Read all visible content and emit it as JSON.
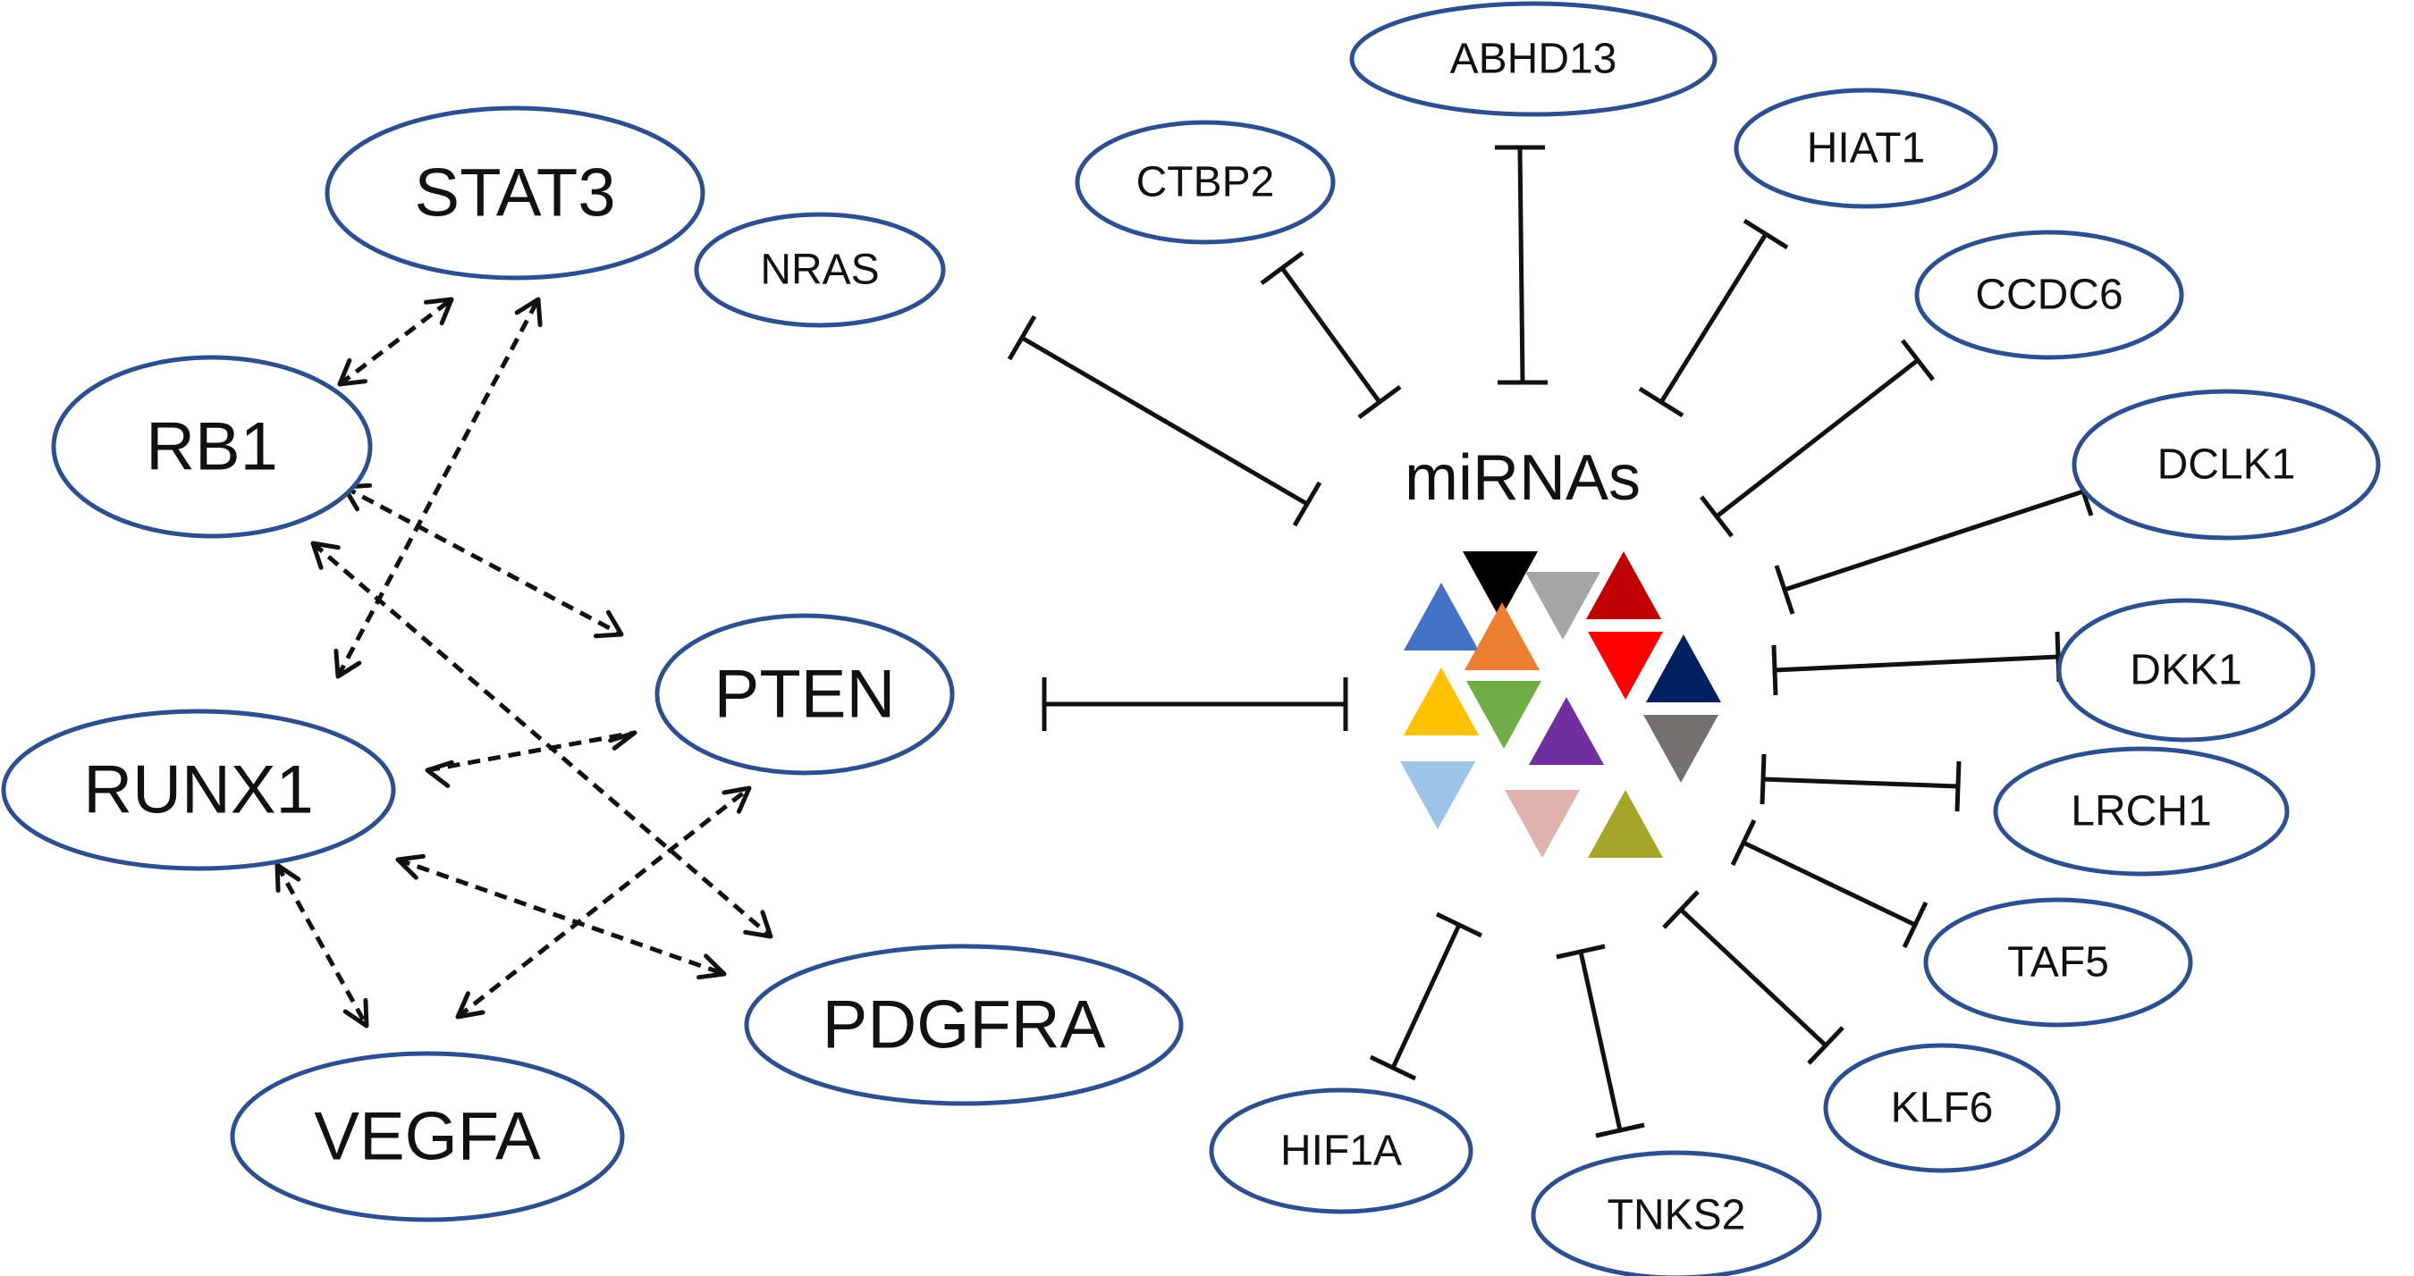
{
  "hub": {
    "label": "miRNAs",
    "triangle_colors": [
      {
        "color": "#4472c4",
        "dir": "up"
      },
      {
        "color": "#000000",
        "dir": "down"
      },
      {
        "color": "#a6a6a6",
        "dir": "down"
      },
      {
        "color": "#c00000",
        "dir": "up"
      },
      {
        "color": "#ed7d31",
        "dir": "up"
      },
      {
        "color": "#ff0000",
        "dir": "down"
      },
      {
        "color": "#002060",
        "dir": "up"
      },
      {
        "color": "#ffc000",
        "dir": "up"
      },
      {
        "color": "#70ad47",
        "dir": "down"
      },
      {
        "color": "#7030a0",
        "dir": "up"
      },
      {
        "color": "#767171",
        "dir": "down"
      },
      {
        "color": "#9dc3e6",
        "dir": "down"
      },
      {
        "color": "#e0b4ac",
        "dir": "down"
      },
      {
        "color": "#a5a52a",
        "dir": "up"
      }
    ]
  },
  "network_genes": {
    "stat3": "STAT3",
    "rb1": "RB1",
    "pten": "PTEN",
    "runx1": "RUNX1",
    "pdgfra": "PDGFRA",
    "vegfa": "VEGFA"
  },
  "target_genes": {
    "nras": "NRAS",
    "ctbp2": "CTBP2",
    "abhd13": "ABHD13",
    "hiat1": "HIAT1",
    "ccdc6": "CCDC6",
    "dclk1": "DCLK1",
    "dkk1": "DKK1",
    "lrch1": "LRCH1",
    "taf5": "TAF5",
    "klf6": "KLF6",
    "tnks2": "TNKS2",
    "hif1a": "HIF1A"
  },
  "edges": {
    "inhibits": [
      "nras",
      "ctbp2",
      "abhd13",
      "hiat1",
      "ccdc6",
      "dclk1",
      "dkk1",
      "lrch1",
      "taf5",
      "klf6",
      "tnks2",
      "hif1a",
      "pten"
    ],
    "interactions": [
      [
        "rb1",
        "stat3"
      ],
      [
        "runx1",
        "stat3"
      ],
      [
        "rb1",
        "pten"
      ],
      [
        "rb1",
        "pdgfra"
      ],
      [
        "runx1",
        "pten"
      ],
      [
        "runx1",
        "pdgfra"
      ],
      [
        "runx1",
        "vegfa"
      ],
      [
        "vegfa",
        "pten"
      ]
    ]
  }
}
